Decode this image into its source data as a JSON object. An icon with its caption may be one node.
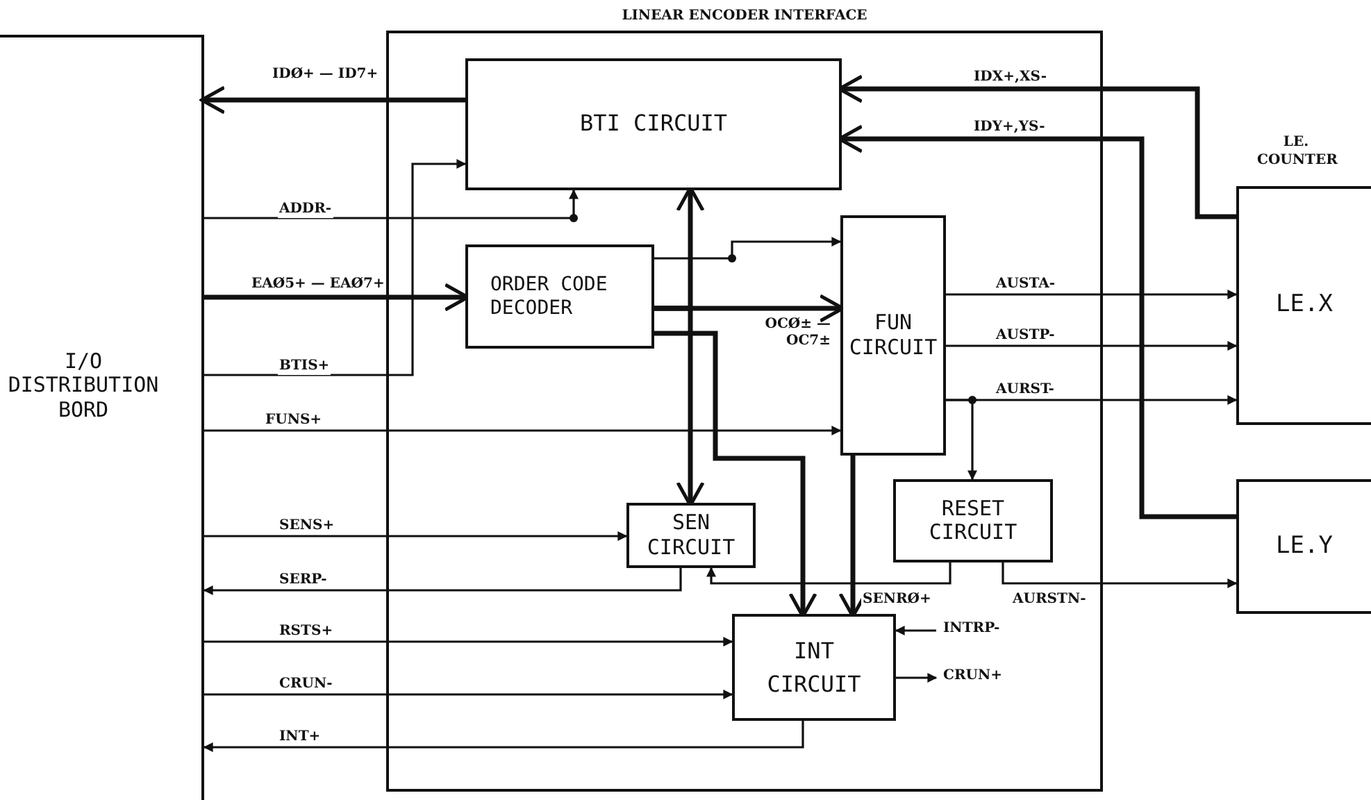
{
  "diagram": {
    "nodes": [
      {
        "text": [
          "I/O DISTRIBUTION BORD"
        ]
      },
      {
        "text": [
          "LINEAR ENCODER INTERFACE"
        ]
      },
      {
        "text": [
          "BTI CIRCUIT"
        ],
        "in": 1
      },
      {
        "text": [
          "ORDER CODE DECODER"
        ],
        "in": 1
      },
      {
        "text": [
          "FUN CIRCUIT"
        ],
        "in": 1
      },
      {
        "text": [
          "SEN CIRCUIT"
        ],
        "in": 1
      },
      {
        "text": [
          "RESET CIRCUIT"
        ],
        "in": 1
      },
      {
        "text": [
          "INT CIRCUIT"
        ],
        "in": 1
      },
      {
        "text": [
          "LE.X"
        ]
      },
      {
        "text": [
          "LE.Y"
        ]
      }
    ],
    "edges": [
      {
        "from": 2,
        "to": 0,
        "arrow": "to",
        "label": "IDØ+ — ID7+",
        "style": "thick"
      },
      {
        "from": 0,
        "to": 2,
        "arrow": "to",
        "label": "ADDR-"
      },
      {
        "from": 0,
        "to": 3,
        "arrow": "to",
        "label": "EAØ5+ — EAØ7+",
        "style": "thick"
      },
      {
        "from": 0,
        "to": 2,
        "arrow": "to",
        "label": "BTIS+"
      },
      {
        "from": 0,
        "to": 4,
        "arrow": "to",
        "label": "FUNS+"
      },
      {
        "from": 0,
        "to": 5,
        "arrow": "to",
        "label": "SENS+"
      },
      {
        "from": 5,
        "to": 0,
        "arrow": "to",
        "label": "SERP-"
      },
      {
        "from": 0,
        "to": 7,
        "arrow": "to",
        "label": "RSTS+"
      },
      {
        "from": 0,
        "to": 7,
        "arrow": "to",
        "label": "CRUN-"
      },
      {
        "from": 7,
        "to": 0,
        "arrow": "to",
        "label": "INT+"
      },
      {
        "from": 3,
        "to": 2,
        "arrow": "to",
        "style": "thick"
      },
      {
        "from": 3,
        "to": 5,
        "arrow": "to",
        "style": "thick"
      },
      {
        "from": 3,
        "to": 4,
        "arrow": "to",
        "label": "OCØ± — OC7±",
        "style": "thick"
      },
      {
        "from": 3,
        "to": 4,
        "arrow": "to"
      },
      {
        "from": 3,
        "to": 7,
        "arrow": "to",
        "style": "thick"
      },
      {
        "from": 4,
        "to": 7,
        "arrow": "to",
        "style": "thick"
      },
      {
        "from": 8,
        "to": 2,
        "arrow": "to",
        "label": "IDX+,XS-",
        "style": "thick"
      },
      {
        "from": 9,
        "to": 2,
        "arrow": "to",
        "label": "IDY+,YS-",
        "style": "thick"
      },
      {
        "from": 4,
        "to": 8,
        "arrow": "to",
        "label": "AUSTA-"
      },
      {
        "from": 4,
        "to": 8,
        "arrow": "to",
        "label": "AUSTP-"
      },
      {
        "from": 4,
        "to": 8,
        "arrow": "to",
        "label": "AURST-"
      },
      {
        "from": 4,
        "to": 6,
        "arrow": "to"
      },
      {
        "from": 6,
        "to": 5,
        "arrow": "to",
        "label": "SENRØ+"
      },
      {
        "from": 6,
        "to": 9,
        "arrow": "to",
        "label": "AURSTN-"
      },
      {
        "from": null,
        "to": 7,
        "arrow": "to",
        "label": "INTRP-"
      },
      {
        "from": 7,
        "to": null,
        "arrow": "to",
        "label": "CRUN+"
      }
    ],
    "labels": [
      "LE. COUNTER"
    ]
  }
}
